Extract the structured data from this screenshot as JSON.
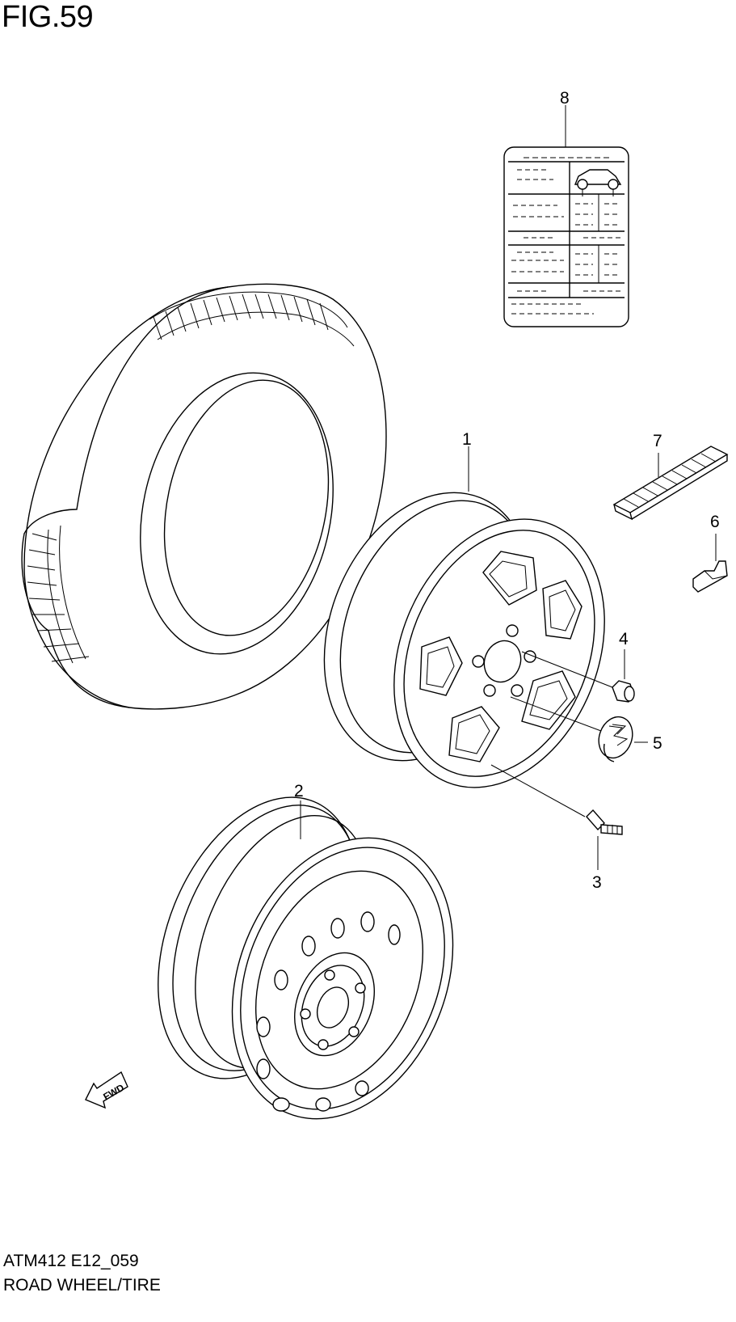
{
  "figure": {
    "title": "FIG.59",
    "code": "ATM412 E12_059",
    "caption": "ROAD WHEEL/TIRE"
  },
  "callouts": [
    "1",
    "2",
    "3",
    "4",
    "5",
    "6",
    "7",
    "8"
  ],
  "fwd_label": "FWD",
  "icons": [
    "tire-icon",
    "alloy-wheel-icon",
    "steel-wheel-icon",
    "tire-label-icon",
    "valve-icon",
    "wheel-nut-icon",
    "center-cap-icon",
    "balance-weight-icon",
    "fwd-arrow-icon"
  ]
}
